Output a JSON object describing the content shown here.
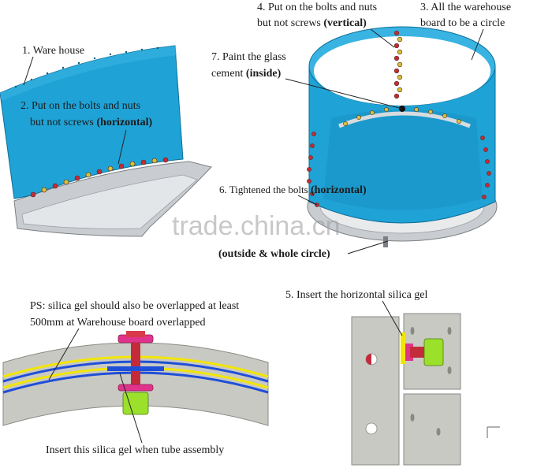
{
  "colors": {
    "panel": "#1fa3d6",
    "panel_dark": "#1587b6",
    "ring": "#bfc3c7",
    "bolt_red": "#c42b3a",
    "bolt_yellow": "#d8c23a",
    "gel_yellow": "#f2e600",
    "gel_blue": "#1f4fd8",
    "nut_green": "#9be02b",
    "washer_pink": "#e0338c"
  },
  "labels": {
    "warehouse": "1. Ware house",
    "bolts_h_1": "2.  Put  on  the  bolts  and  nuts",
    "bolts_h_2": "but not screws",
    "bolts_h_2b": "(horizontal)",
    "bolts_v_1": "4.  Put on the bolts and nuts",
    "bolts_v_2": "but not screws",
    "bolts_v_2b": "(vertical)",
    "circle_1": "3.  All  the  warehouse",
    "circle_2": "board to be a circle",
    "paint_1": "7.  Paint  the  glass",
    "paint_2": "cement",
    "paint_2b": "(inside)",
    "tighten": "6. Tightened the bolts",
    "tighten_b": "(horizontal)",
    "outside": "(outside & whole circle)",
    "ps_1": "PS: silica gel should also be overlapped at least",
    "ps_2": "500mm at Warehouse board overlapped",
    "insert_h": "5. Insert the horizontal silica gel",
    "insert_tube": "Insert this silica gel when tube assembly"
  },
  "watermark": "trade.china.cn"
}
